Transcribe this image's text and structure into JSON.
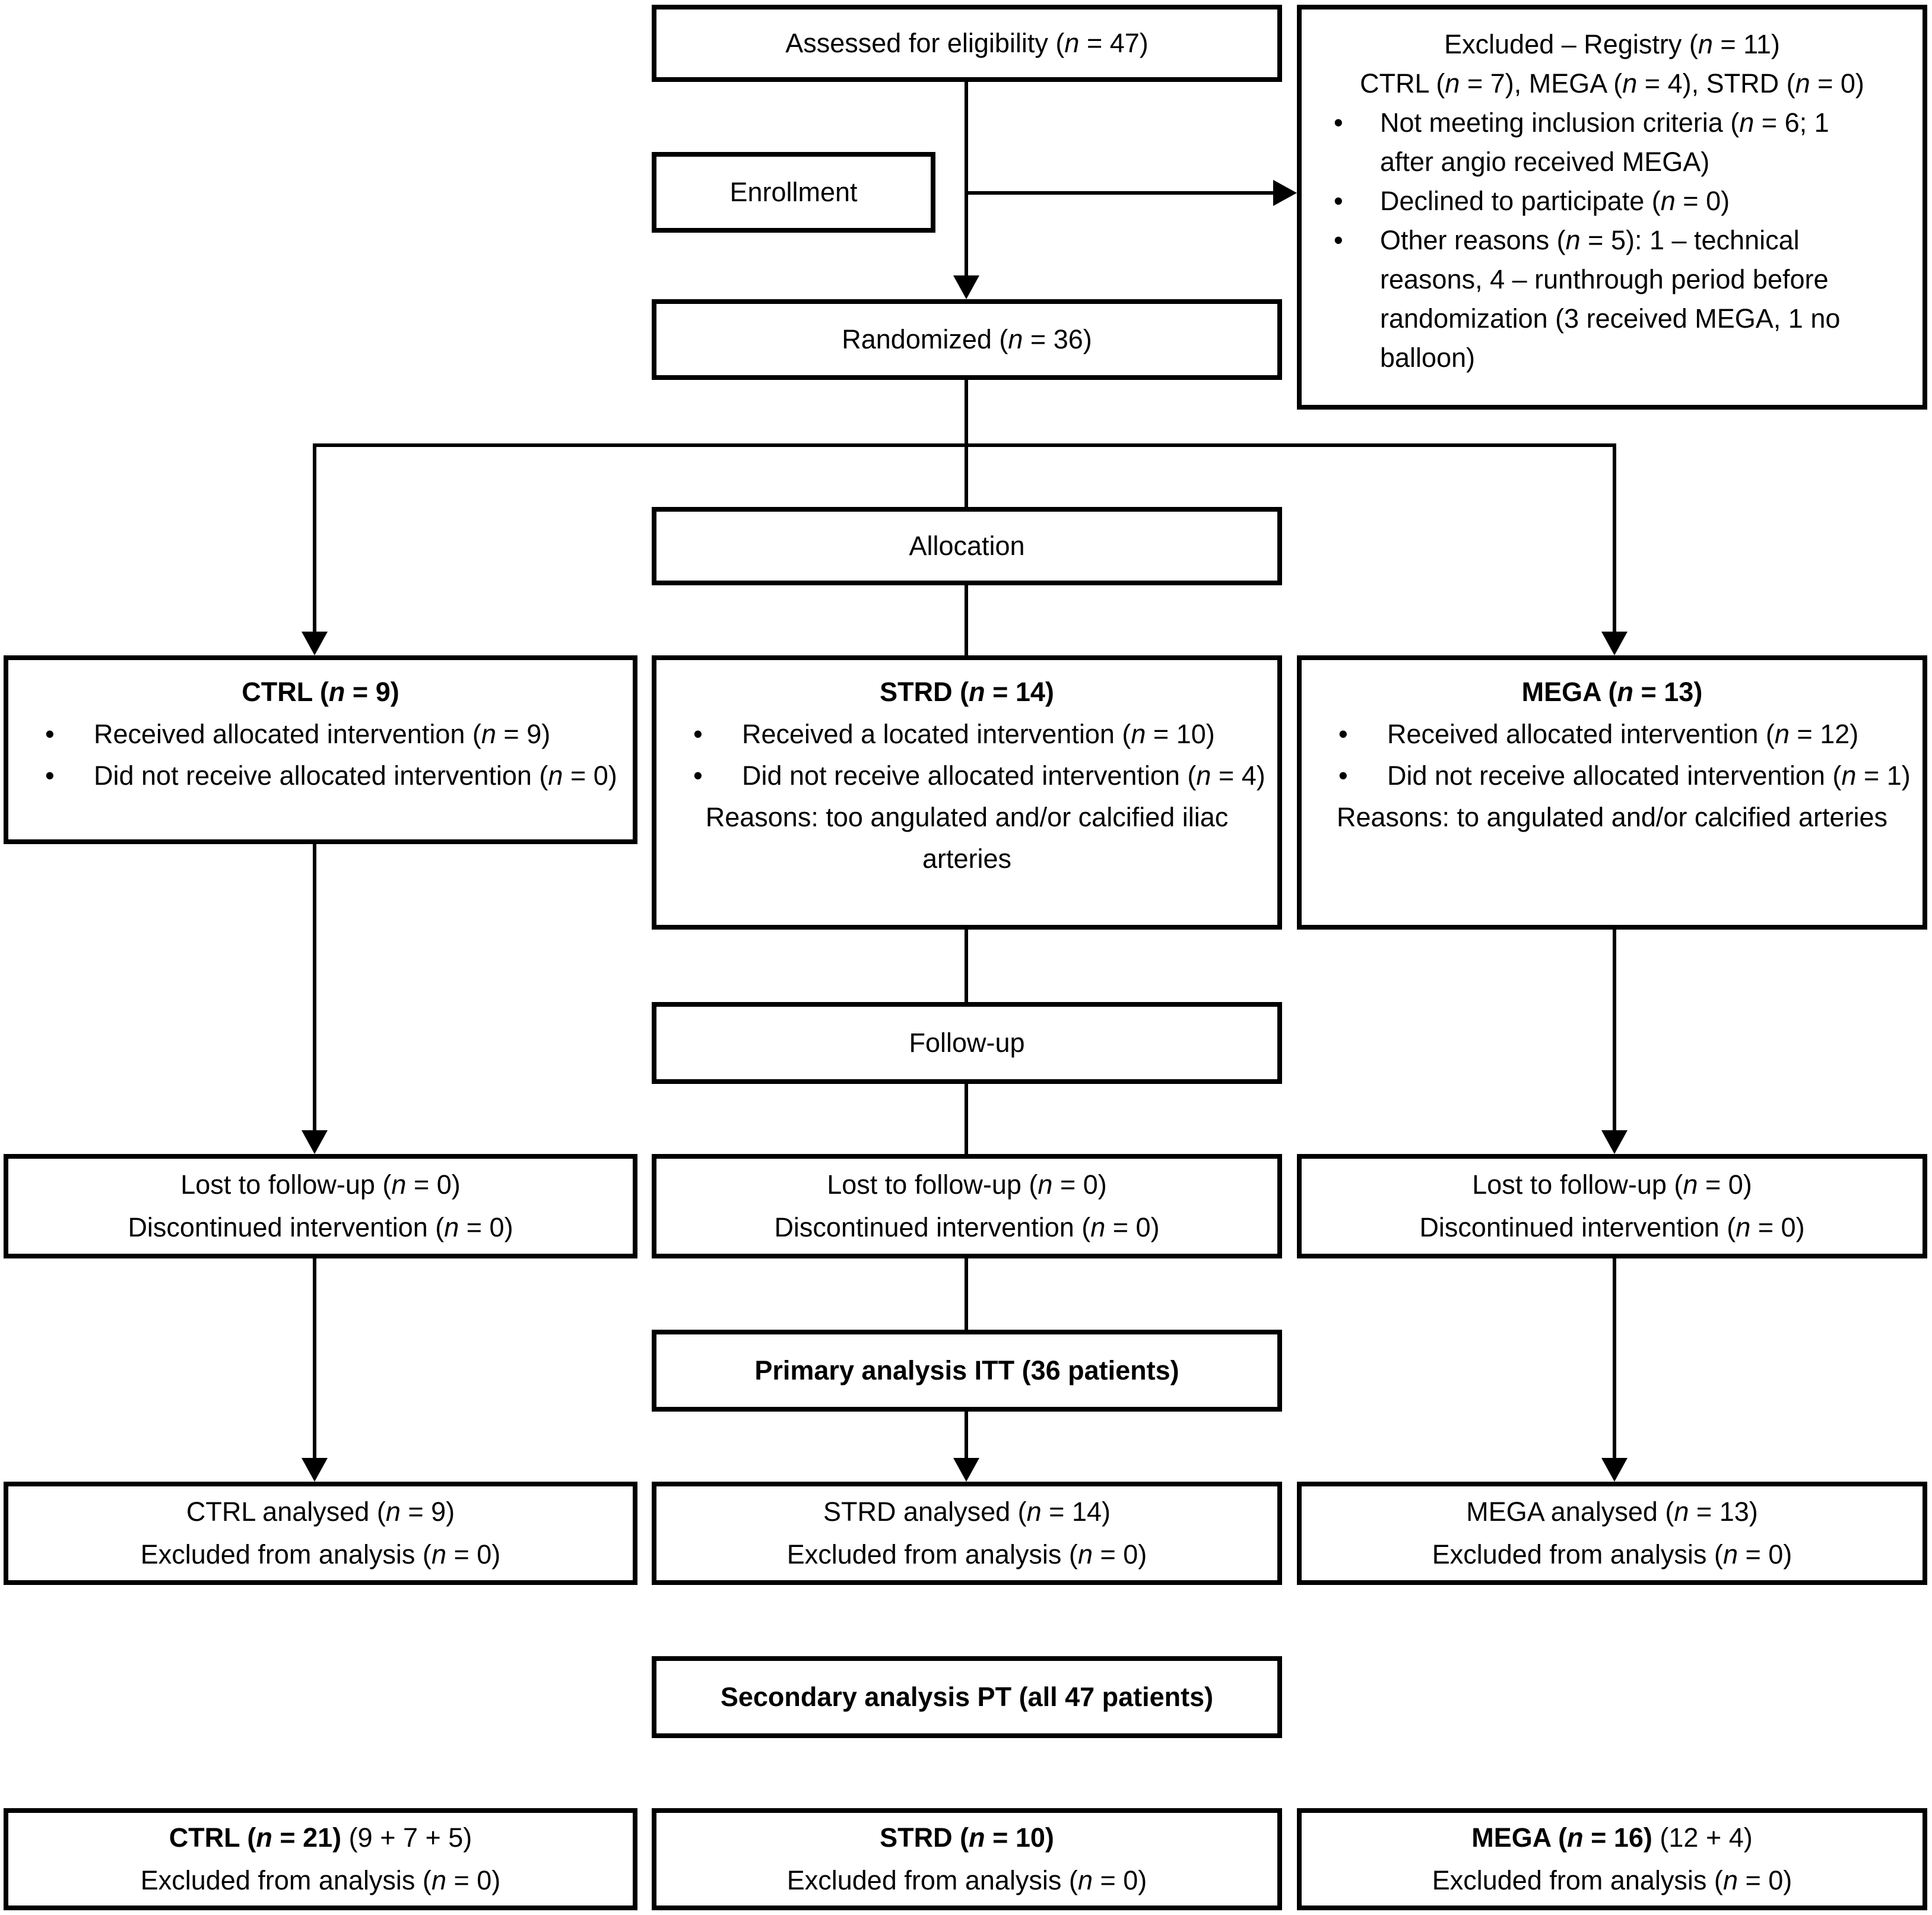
{
  "flow": {
    "assessed": {
      "text": "Assessed for eligibility (n = 47)"
    },
    "excluded": {
      "line1": "Excluded – Registry (n = 11)",
      "line2": "CTRL (n = 7), MEGA (n = 4), STRD (n = 0)",
      "bullet_glyph": "•",
      "bullets": [
        "Not meeting inclusion criteria (n = 6; 1 after angio received MEGA)",
        "Declined to participate (n = 0)",
        "Other reasons (n = 5): 1 – technical reasons, 4 – runthrough period before randomization (3 received MEGA, 1 no balloon)"
      ]
    },
    "enrollment": {
      "label": "Enrollment"
    },
    "randomized": {
      "text": "Randomized (n = 36)"
    },
    "allocation": {
      "label": "Allocation"
    },
    "arms": [
      {
        "title": "CTRL (n = 9)",
        "bullets": [
          "Received allocated intervention (n = 9)",
          "Did not receive allocated intervention (n = 0)"
        ],
        "note": ""
      },
      {
        "title": "STRD (n = 14)",
        "bullets": [
          "Received a located intervention (n = 10)",
          "Did not receive allocated intervention (n = 4)"
        ],
        "note": "Reasons: too angulated and/or calcified iliac arteries"
      },
      {
        "title": "MEGA (n = 13)",
        "bullets": [
          "Received allocated intervention (n = 12)",
          "Did not receive allocated intervention (n = 1)"
        ],
        "note": "Reasons: to angulated and/or calcified arteries"
      }
    ],
    "followup": {
      "label": "Follow-up"
    },
    "lost": [
      {
        "line1": "Lost to follow-up (n = 0)",
        "line2": "Discontinued intervention (n = 0)"
      },
      {
        "line1": "Lost to follow-up (n = 0)",
        "line2": "Discontinued intervention (n = 0)"
      },
      {
        "line1": "Lost to follow-up (n = 0)",
        "line2": "Discontinued intervention (n = 0)"
      }
    ],
    "primary": {
      "text": "Primary analysis ITT (36 patients)"
    },
    "analysed": [
      {
        "line1": "CTRL analysed (n = 9)",
        "line2": "Excluded from analysis (n = 0)"
      },
      {
        "line1": "STRD analysed (n = 14)",
        "line2": "Excluded from analysis (n = 0)"
      },
      {
        "line1": "MEGA analysed (n = 13)",
        "line2": "Excluded from analysis (n = 0)"
      }
    ],
    "secondary": {
      "text": "Secondary analysis PT (all 47 patients)"
    },
    "bottom": [
      {
        "bold": "CTRL (n = 21)",
        "rest": " (9 + 7 + 5)",
        "line2": "Excluded from analysis (n = 0)"
      },
      {
        "bold": "STRD (n = 10)",
        "rest": "",
        "line2": "Excluded from analysis (n = 0)"
      },
      {
        "bold": "MEGA (n = 16)",
        "rest": " (12 + 4)",
        "line2": "Excluded from analysis (n = 0)"
      }
    ]
  },
  "colors": {
    "line": "#000000",
    "background": "#ffffff",
    "text": "#000000"
  }
}
